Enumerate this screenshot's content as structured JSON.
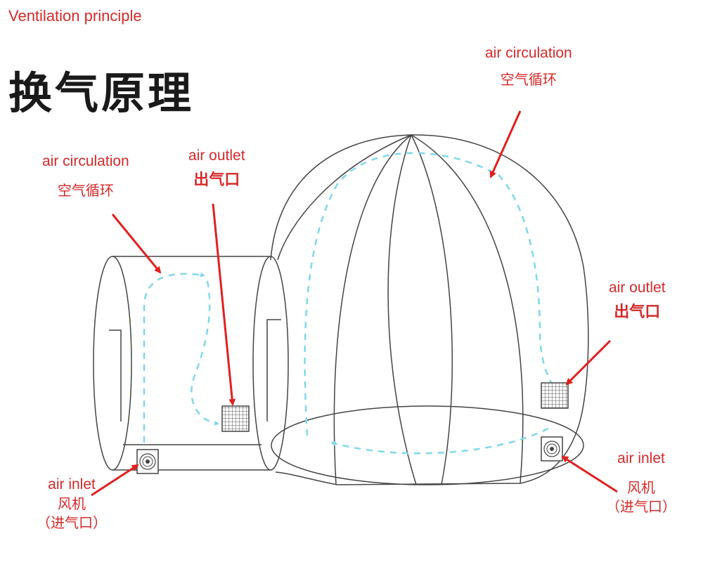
{
  "header": {
    "subtitle": "Ventilation principle",
    "title": "换气原理"
  },
  "labels": {
    "left_circulation": {
      "en": "air circulation",
      "cn": "空气循环"
    },
    "left_outlet": {
      "en": "air outlet",
      "cn": "出气口"
    },
    "left_inlet": {
      "en": "air inlet",
      "cn1": "风机",
      "cn2": "（进气口）"
    },
    "top_circulation": {
      "en": "air circulation",
      "cn": "空气循环"
    },
    "right_outlet": {
      "en": "air outlet",
      "cn": "出气口"
    },
    "right_inlet": {
      "en": "air inlet",
      "cn1": "风机",
      "cn2": "（进气口）"
    }
  },
  "colors": {
    "label": "#d42a2a",
    "arrow": "#e02020",
    "outline": "#444444",
    "airflow": "#7fd8e8"
  }
}
